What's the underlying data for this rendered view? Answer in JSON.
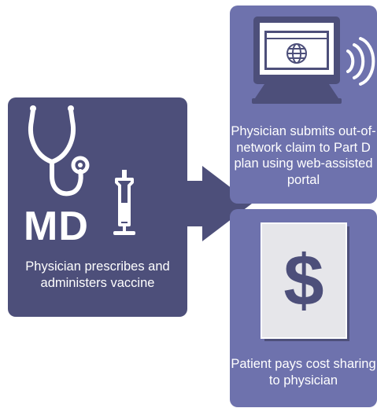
{
  "physician_box": {
    "label": "MD",
    "caption": "Physician prescribes and administers vaccine",
    "icons": [
      "stethoscope-icon",
      "syringe-icon"
    ]
  },
  "portal_box": {
    "caption": "Physician submits out-of-network claim to Part D plan using web-assisted portal",
    "icons": [
      "computer-monitor-icon",
      "globe-icon",
      "wireless-signal-icon"
    ]
  },
  "payment_box": {
    "caption": "Patient pays cost sharing to physician",
    "icons": [
      "dollar-document-icon"
    ]
  },
  "colors": {
    "dark_box": "#4d4f7a",
    "light_box": "#6e72ad",
    "arrow": "#4d4f7a",
    "icon": "#ffffff"
  }
}
